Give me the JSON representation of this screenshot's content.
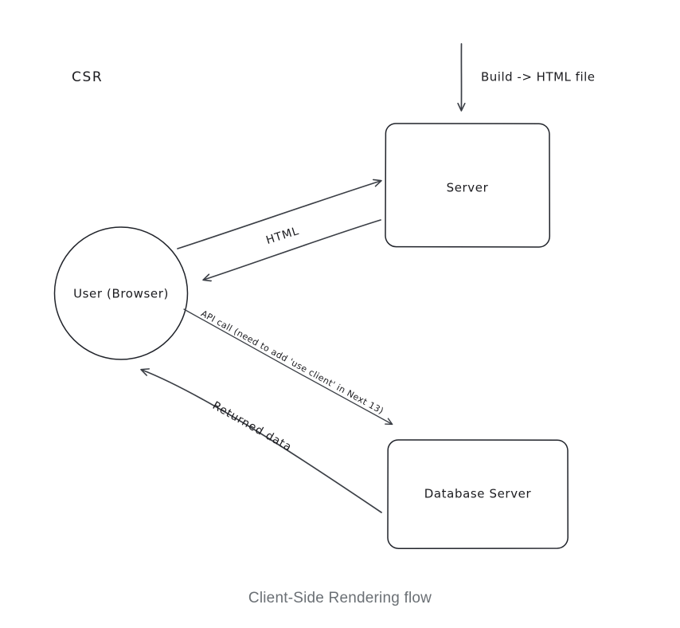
{
  "diagram": {
    "heading": "CSR",
    "caption": "Client-Side Rendering flow",
    "nodes": {
      "server": "Server",
      "user": "User (Browser)",
      "database": "Database Server"
    },
    "edges": {
      "build": "Build -> HTML file",
      "html": "HTML",
      "api_call": "API call (need to add 'use client' in Next 13)",
      "returned_data": "Returned data"
    },
    "colors": {
      "stroke": "#20232a",
      "arrow": "#3b3f46",
      "text": "#1b1b1f",
      "caption": "#6b7075",
      "background": "#ffffff"
    }
  }
}
